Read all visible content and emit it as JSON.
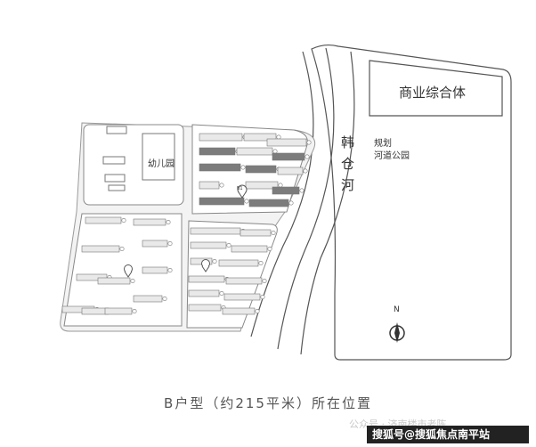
{
  "labels": {
    "commercial": "商业综合体",
    "kindergarten": "幼儿园",
    "river": "韩仓河",
    "park_line1": "规划",
    "park_line2": "河道公园",
    "north": "N"
  },
  "caption": "B户型（约215平米）所在位置",
  "watermark": {
    "account": "公众号 · 济南楼市老陈",
    "banner": "搜狐号@搜狐焦点南平站"
  },
  "marker_label": "B1",
  "colors": {
    "block_fill": "#f0f0f0",
    "block_stroke": "#8a8a8a",
    "building": "#e9e9e9",
    "building_dark": "#7c7c7c",
    "line": "#555555"
  }
}
